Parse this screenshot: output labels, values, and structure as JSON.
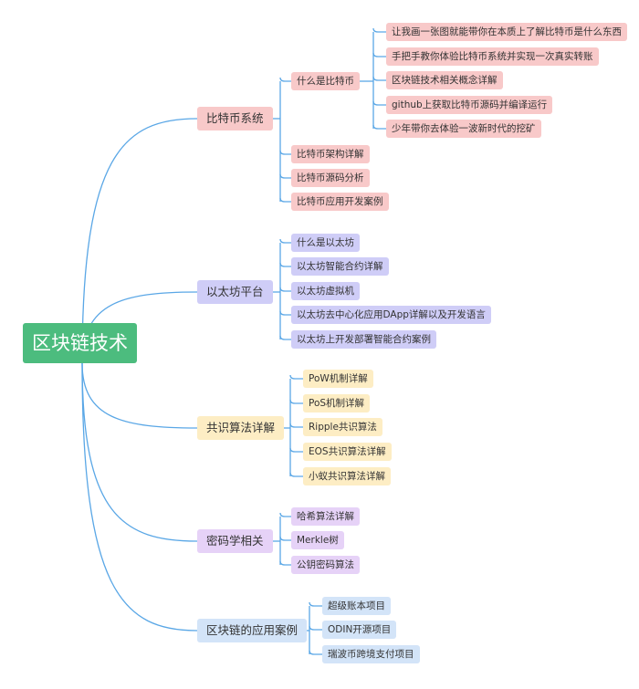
{
  "root": {
    "label": "区块链技术"
  },
  "colors": {
    "link": "#5aa7e6",
    "root_bg": "#4cbc7e"
  },
  "branches": [
    {
      "label": "比特币系统",
      "color": "red",
      "items": [
        {
          "label": "什么是比特币",
          "children": [
            {
              "label": "让我画一张图就能带你在本质上了解比特币是什么东西"
            },
            {
              "label": "手把手教你体验比特币系统并实现一次真实转账"
            },
            {
              "label": "区块链技术相关概念详解"
            },
            {
              "label": "github上获取比特币源码并编译运行"
            },
            {
              "label": "少年带你去体验一波新时代的挖矿"
            }
          ]
        },
        {
          "label": "比特币架构详解"
        },
        {
          "label": "比特币源码分析"
        },
        {
          "label": "比特币应用开发案例"
        }
      ]
    },
    {
      "label": "以太坊平台",
      "color": "blue",
      "items": [
        {
          "label": "什么是以太坊"
        },
        {
          "label": "以太坊智能合约详解"
        },
        {
          "label": "以太坊虚拟机"
        },
        {
          "label": "以太坊去中心化应用DApp详解以及开发语言"
        },
        {
          "label": "以太坊上开发部署智能合约案例"
        }
      ]
    },
    {
      "label": "共识算法详解",
      "color": "yellow",
      "items": [
        {
          "label": "PoW机制详解"
        },
        {
          "label": "PoS机制详解"
        },
        {
          "label": "Ripple共识算法"
        },
        {
          "label": "EOS共识算法详解"
        },
        {
          "label": "小蚁共识算法详解"
        }
      ]
    },
    {
      "label": "密码学相关",
      "color": "purple",
      "items": [
        {
          "label": "哈希算法详解"
        },
        {
          "label": "Merkle树"
        },
        {
          "label": "公钥密码算法"
        }
      ]
    },
    {
      "label": "区块链的应用案例",
      "color": "lblue",
      "items": [
        {
          "label": "超级账本项目"
        },
        {
          "label": "ODIN开源项目"
        },
        {
          "label": "瑞波币跨境支付项目"
        }
      ]
    }
  ]
}
